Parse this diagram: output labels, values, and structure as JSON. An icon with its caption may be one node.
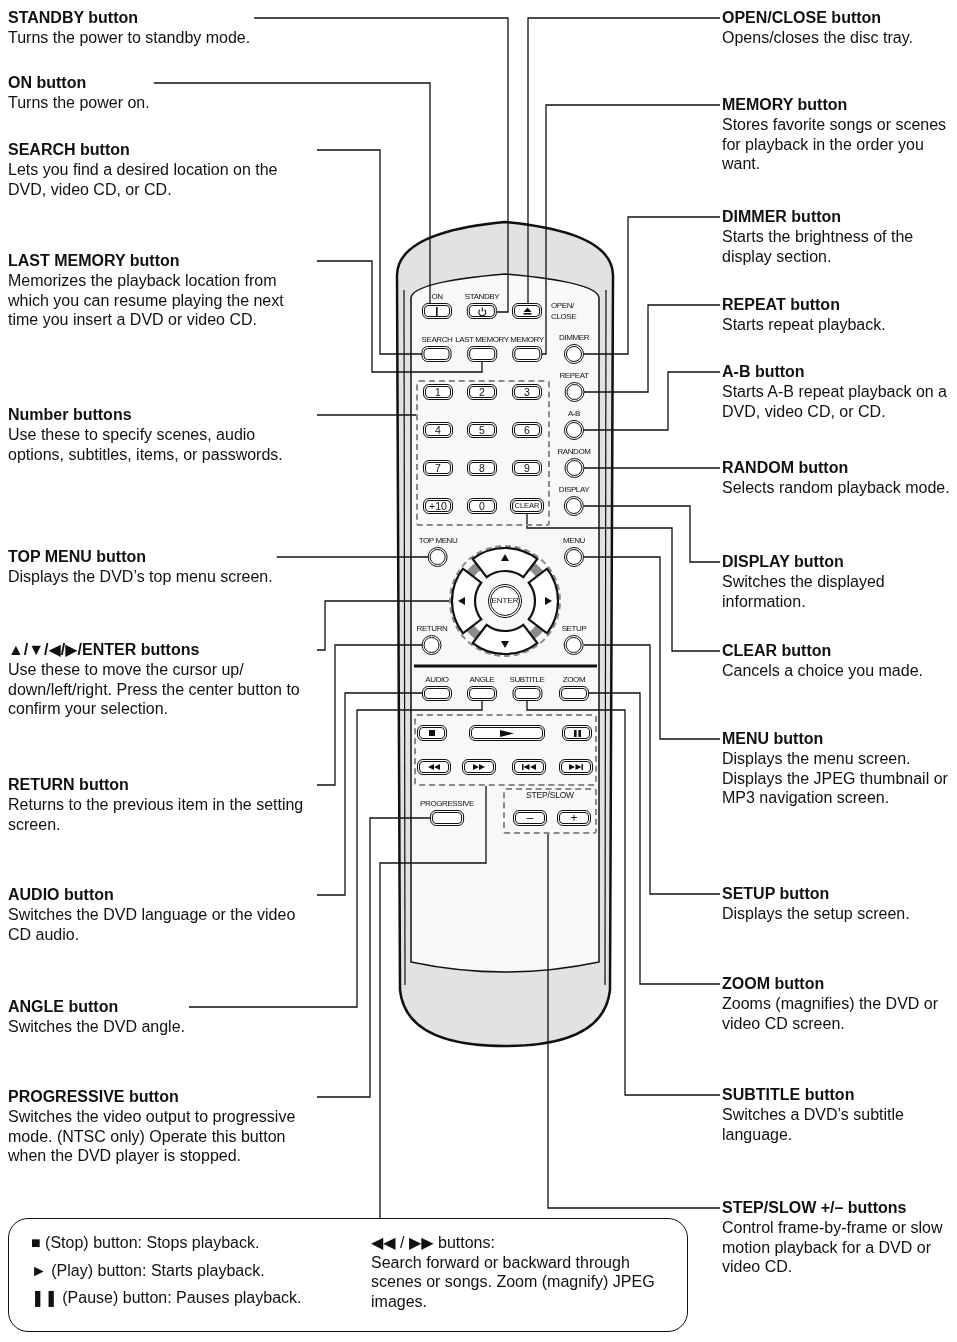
{
  "diagram": {
    "nodes": [
      {
        "text": [
          "STANDBY button",
          "Turns the power to standby mode."
        ]
      },
      {
        "text": [
          "ON button",
          "Turns the power on."
        ]
      },
      {
        "text": [
          "SEARCH button",
          "Lets you find a desired location on the DVD, video CD, or CD."
        ]
      },
      {
        "text": [
          "LAST MEMORY button",
          "Memorizes the playback location from which you can resume playing the next time you insert a DVD or video CD."
        ]
      },
      {
        "text": [
          "Number buttons",
          "Use these to specify scenes, audio options, subtitles, items, or passwords."
        ]
      },
      {
        "text": [
          "TOP MENU button",
          "Displays the DVD’s top menu screen."
        ]
      },
      {
        "text": [
          "▲/▼/◀/▶/ENTER buttons",
          "Use these to move the cursor up/ down/left/right. Press the center button to confirm your selection."
        ]
      },
      {
        "text": [
          "RETURN button",
          "Returns to the previous item in the setting screen."
        ]
      },
      {
        "text": [
          "AUDIO button",
          "Switches the DVD language or the video CD audio."
        ]
      },
      {
        "text": [
          "ANGLE button",
          "Switches the DVD angle."
        ]
      },
      {
        "text": [
          "PROGRESSIVE button",
          "Switches the video output to progressive mode. (NTSC only) Operate this button when the DVD player is stopped."
        ]
      },
      {
        "text": [
          "OPEN/CLOSE button",
          "Opens/closes the disc tray."
        ]
      },
      {
        "text": [
          "MEMORY button",
          "Stores favorite songs or scenes for playback in the order you want."
        ]
      },
      {
        "text": [
          "DIMMER button",
          "Starts the brightness of the display section."
        ]
      },
      {
        "text": [
          "REPEAT button",
          "Starts repeat playback."
        ]
      },
      {
        "text": [
          "A-B button",
          "Starts A-B repeat playback on a DVD, video CD, or CD."
        ]
      },
      {
        "text": [
          "RANDOM button",
          "Selects random playback mode."
        ]
      },
      {
        "text": [
          "DISPLAY button",
          "Switches the displayed information."
        ]
      },
      {
        "text": [
          "CLEAR button",
          "Cancels a choice you made."
        ]
      },
      {
        "text": [
          "MENU button",
          "Displays the menu screen. Displays the JPEG thumbnail or MP3 navigation screen."
        ]
      },
      {
        "text": [
          "SETUP button",
          "Displays the setup screen."
        ]
      },
      {
        "text": [
          "ZOOM button",
          "Zooms (magnifies) the DVD or video CD screen."
        ]
      },
      {
        "text": [
          "SUBTITLE button",
          "Switches a DVD’s subtitle language."
        ]
      },
      {
        "text": [
          "STEP/SLOW +/– buttons",
          "Control frame-by-frame or slow motion playback for a DVD or video CD."
        ]
      },
      {
        "text": [
          "■ (Stop) button: Stops playback.",
          "► (Play) button: Starts playback.",
          "❚❚ (Pause) button: Pauses playback.",
          "◀◀ / ▶▶ buttons:",
          "Search forward or backward through scenes or songs. Zoom (magnify) JPEG images."
        ]
      },
      {
        "text": [
          "ON"
        ]
      },
      {
        "text": [
          "STANDBY"
        ]
      },
      {
        "text": [
          "OPEN/ CLOSE"
        ]
      },
      {
        "text": [
          "SEARCH"
        ]
      },
      {
        "text": [
          "LAST MEMORY"
        ]
      },
      {
        "text": [
          "MEMORY"
        ]
      },
      {
        "text": [
          "DIMMER"
        ]
      },
      {
        "text": [
          "REPEAT"
        ]
      },
      {
        "text": [
          "A-B"
        ]
      },
      {
        "text": [
          "RANDOM"
        ]
      },
      {
        "text": [
          "DISPLAY"
        ]
      },
      {
        "text": [],
        "shape": "box"
      },
      {
        "text": [
          "1"
        ],
        "in": 36
      },
      {
        "text": [
          "2"
        ],
        "in": 36
      },
      {
        "text": [
          "3"
        ],
        "in": 36
      },
      {
        "text": [
          "4"
        ],
        "in": 36
      },
      {
        "text": [
          "5"
        ],
        "in": 36
      },
      {
        "text": [
          "6"
        ],
        "in": 36
      },
      {
        "text": [
          "7"
        ],
        "in": 36
      },
      {
        "text": [
          "8"
        ],
        "in": 36
      },
      {
        "text": [
          "9"
        ],
        "in": 36
      },
      {
        "text": [
          "+10"
        ],
        "in": 36
      },
      {
        "text": [
          "0"
        ],
        "in": 36
      },
      {
        "text": [
          "CLEAR"
        ],
        "in": 36
      },
      {
        "text": [
          "TOP MENU"
        ]
      },
      {
        "text": [
          "MENU"
        ]
      },
      {
        "text": [],
        "shape": "circle"
      },
      {
        "text": [
          "ENTER"
        ],
        "in": 51
      },
      {
        "text": [
          "RETURN"
        ]
      },
      {
        "text": [
          "SETUP"
        ]
      },
      {
        "text": [
          "AUDIO"
        ]
      },
      {
        "text": [
          "ANGLE"
        ]
      },
      {
        "text": [
          "SUBTITLE"
        ]
      },
      {
        "text": [
          "ZOOM"
        ]
      },
      {
        "text": [],
        "shape": "box"
      },
      {
        "text": [],
        "shape": "box",
        "in": 59
      },
      {
        "text": [],
        "shape": "box",
        "in": 59
      },
      {
        "text": [],
        "shape": "box",
        "in": 59
      },
      {
        "text": [],
        "shape": "box",
        "in": 59
      },
      {
        "text": [],
        "shape": "box",
        "in": 59
      },
      {
        "text": [],
        "shape": "box",
        "in": 59
      },
      {
        "text": [],
        "shape": "box",
        "in": 59
      },
      {
        "text": [
          "PROGRESSIVE"
        ]
      },
      {
        "text": [
          "STEP/SLOW"
        ]
      },
      {
        "text": [
          "–"
        ],
        "in": 68
      },
      {
        "text": [
          "+"
        ],
        "in": 68
      }
    ],
    "edges": [
      {
        "from": 0,
        "to": 26,
        "arrow": "none"
      },
      {
        "from": 1,
        "to": 25,
        "arrow": "none"
      },
      {
        "from": 2,
        "to": 28,
        "arrow": "none"
      },
      {
        "from": 3,
        "to": 29,
        "arrow": "none"
      },
      {
        "from": 4,
        "to": 36,
        "arrow": "none"
      },
      {
        "from": 5,
        "to": 49,
        "arrow": "none"
      },
      {
        "from": 6,
        "to": 51,
        "arrow": "none"
      },
      {
        "from": 7,
        "to": 53,
        "arrow": "none"
      },
      {
        "from": 8,
        "to": 55,
        "arrow": "none"
      },
      {
        "from": 9,
        "to": 56,
        "arrow": "none"
      },
      {
        "from": 10,
        "to": 67,
        "arrow": "none"
      },
      {
        "from": 11,
        "to": 27,
        "arrow": "none"
      },
      {
        "from": 12,
        "to": 30,
        "arrow": "none"
      },
      {
        "from": 13,
        "to": 31,
        "arrow": "none"
      },
      {
        "from": 14,
        "to": 32,
        "arrow": "none"
      },
      {
        "from": 15,
        "to": 33,
        "arrow": "none"
      },
      {
        "from": 16,
        "to": 34,
        "arrow": "none"
      },
      {
        "from": 17,
        "to": 35,
        "arrow": "none"
      },
      {
        "from": 18,
        "to": 48,
        "arrow": "none"
      },
      {
        "from": 19,
        "to": 50,
        "arrow": "none"
      },
      {
        "from": 20,
        "to": 54,
        "arrow": "none"
      },
      {
        "from": 21,
        "to": 58,
        "arrow": "none"
      },
      {
        "from": 22,
        "to": 57,
        "arrow": "none"
      },
      {
        "from": 23,
        "to": 68,
        "arrow": "none"
      },
      {
        "from": 24,
        "to": 59,
        "arrow": "none"
      }
    ]
  }
}
